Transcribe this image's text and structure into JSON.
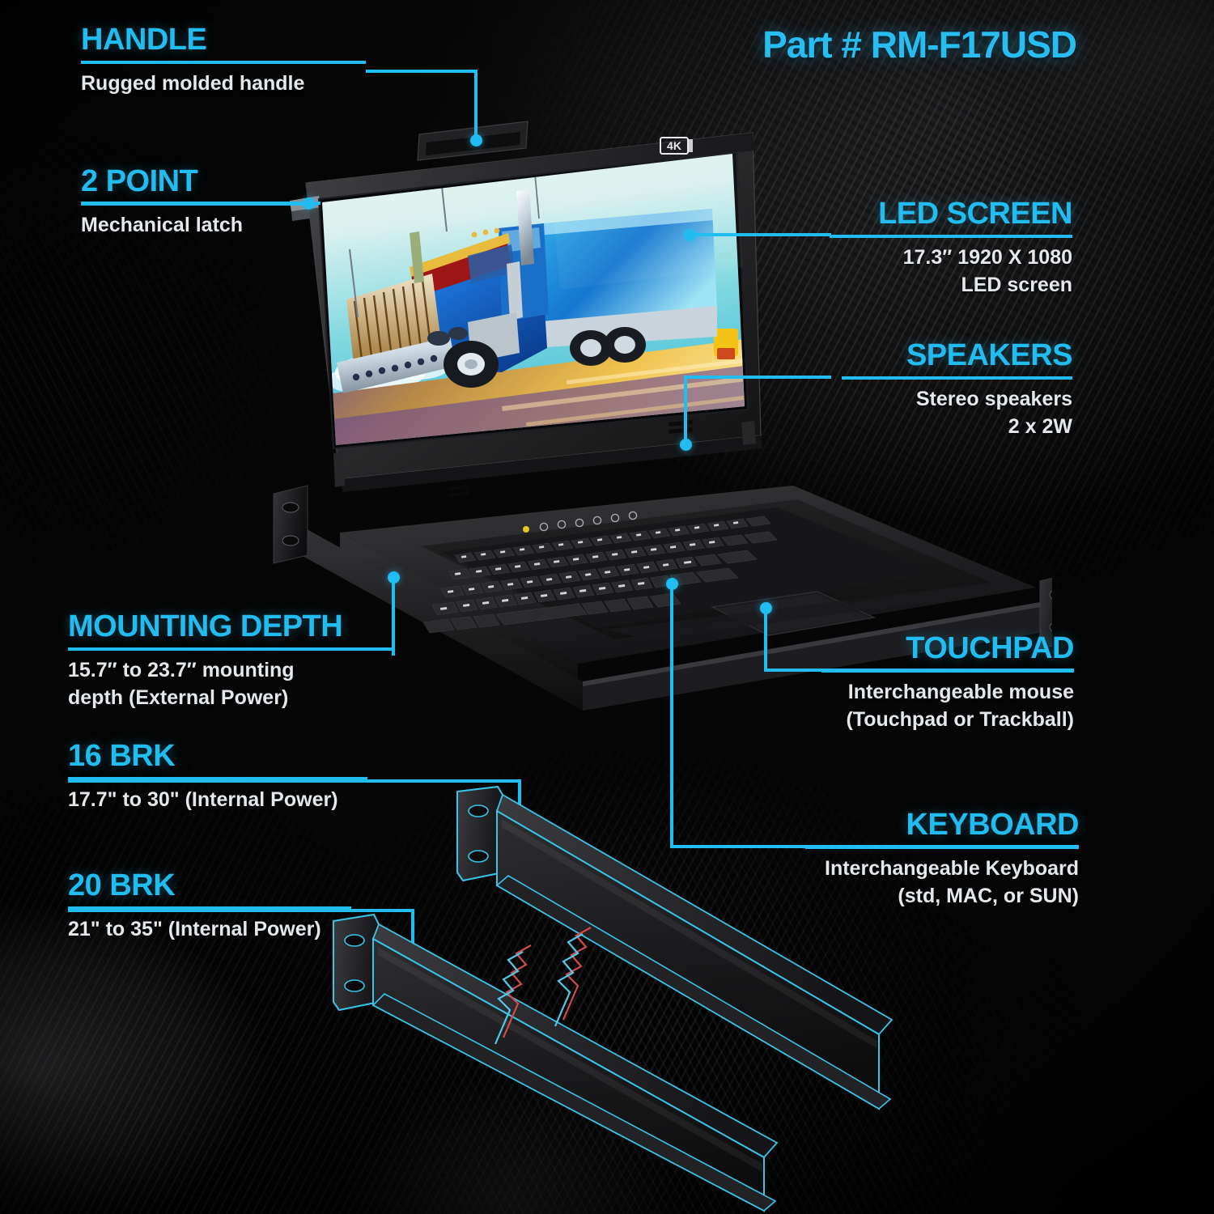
{
  "part_number": "Part # RM-F17USD",
  "accent_color": "#22bdf0",
  "body_text_color": "#e4e8ec",
  "background_color": "#070707",
  "callouts": [
    {
      "id": "handle",
      "head": "HANDLE",
      "body": "Rugged molded handle",
      "align": "left"
    },
    {
      "id": "two-point",
      "head": "2 POINT",
      "body": "Mechanical latch",
      "align": "left"
    },
    {
      "id": "mounting-depth",
      "head": "MOUNTING DEPTH",
      "body": "15.7″ to 23.7″ mounting\ndepth (External Power)",
      "align": "left"
    },
    {
      "id": "16-brk",
      "head": "16 BRK",
      "body": "17.7\" to 30\" (Internal Power)",
      "align": "left"
    },
    {
      "id": "20-brk",
      "head": "20 BRK",
      "body": "21\" to 35\" (Internal Power)",
      "align": "left"
    },
    {
      "id": "led-screen",
      "head": "LED SCREEN",
      "body": "17.3″ 1920 X 1080\nLED screen",
      "align": "right"
    },
    {
      "id": "speakers",
      "head": "SPEAKERS",
      "body": "Stereo speakers\n2 x 2W",
      "align": "right"
    },
    {
      "id": "touchpad",
      "head": "TOUCHPAD",
      "body": "Interchangeable mouse\n(Touchpad or Trackball)",
      "align": "right"
    },
    {
      "id": "keyboard",
      "head": "KEYBOARD",
      "body": "Interchangeable Keyboard\n(std, MAC, or SUN)",
      "align": "right"
    }
  ],
  "callout_text": {
    "handle": {
      "head": "HANDLE",
      "line1": "Rugged molded handle",
      "line2": ""
    },
    "two_point": {
      "head": "2 POINT",
      "line1": "Mechanical latch",
      "line2": ""
    },
    "mounting_depth": {
      "head": "MOUNTING DEPTH",
      "line1": "15.7″ to 23.7″ mounting",
      "line2": "depth (External Power)"
    },
    "brk16": {
      "head": "16 BRK",
      "line1": "17.7\" to 30\" (Internal Power)",
      "line2": ""
    },
    "brk20": {
      "head": "20 BRK",
      "line1": "21\" to 35\" (Internal Power)",
      "line2": ""
    },
    "led_screen": {
      "head": "LED SCREEN",
      "line1": "17.3″ 1920 X 1080",
      "line2": "LED screen"
    },
    "speakers": {
      "head": "SPEAKERS",
      "line1": "Stereo speakers",
      "line2": "2 x 2W"
    },
    "touchpad": {
      "head": "TOUCHPAD",
      "line1": "Interchangeable mouse",
      "line2": "(Touchpad or Trackball)"
    },
    "keyboard": {
      "head": "KEYBOARD",
      "line1": "Interchangeable Keyboard",
      "line2": "(std, MAC, or SUN)"
    }
  },
  "product": {
    "badge_4k": "4K",
    "screen_image": "blue-semi-truck-on-highway",
    "form_factor": "1U rackmount LCD console drawer",
    "parts": [
      "molded-handle",
      "mechanical-latch",
      "led-display-panel",
      "stereo-speaker-grille",
      "keyboard",
      "touchpad",
      "rack-mount-ear-left",
      "rack-mount-ear-right",
      "mounting-bracket-16brk",
      "mounting-bracket-20brk"
    ]
  }
}
